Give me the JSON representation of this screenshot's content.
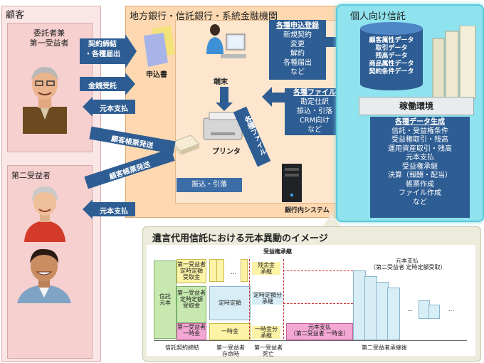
{
  "customer": {
    "title": "顧客",
    "settlor_label": "委託者兼\n第一受益者",
    "second_label": "第二受益者"
  },
  "bank": {
    "title": "地方銀行・信託銀行・系統金融機関",
    "application_form": "申込書",
    "terminal": "端末",
    "printer": "プリンタ",
    "system_label": "銀行内システム",
    "transfer_label": "振込・引落",
    "registration": {
      "heading": "各種申込登録",
      "items": [
        "新規契約",
        "変更",
        "解約",
        "各種届出",
        "など"
      ]
    },
    "files_vertical": "各種ファイル",
    "files_box": {
      "heading": "各種ファイル",
      "items": [
        "勘定仕訳",
        "振込・引落",
        "CRM向け",
        "など"
      ]
    }
  },
  "arrows": {
    "contract": "契約締結\n・各種届出",
    "money": "金銭受託",
    "principal1": "元本支払",
    "report1": "顧客帳票発送",
    "report2": "顧客帳票発送",
    "principal2": "元本支払"
  },
  "trust": {
    "title": "個人向け信託",
    "db_items": [
      "顧客属性データ",
      "取引データ",
      "残高データ",
      "商品属性データ",
      "契約条件データ"
    ],
    "env_label": "稼働環境",
    "generation": {
      "heading": "各種データ生成",
      "items": [
        "信託・受益権条件",
        "受益権取引・残高",
        "運用資産取引・残高",
        "元本支払",
        "受益権承継",
        "決算（報酬・配当）",
        "帳票作成",
        "ファイル作成",
        "など"
      ]
    }
  },
  "timeline": {
    "title": "遺言代用信託における元本異動のイメージ",
    "succession_tag": "受益権承継",
    "axis_label": "信託\n元本",
    "left_rows": [
      "第一受益者\n定時定額\n受取金",
      "第一受益者\n定時定額\n受取金",
      "第一受益者\n一時金"
    ],
    "mid_labels": {
      "regular": "定時定額",
      "lump": "一時金",
      "remaining": "残余金\n承継",
      "regular_succession": "定時定額分\n承継",
      "lump_succession": "一時金分\n承継",
      "principal_pay": "元本支払\n（第二受益者 一時金）",
      "principal_regular": "元本支払\n（第二受益者 定時定額受取）",
      "dots": "…"
    },
    "phases": [
      "信託契約締結",
      "第一受益者\n存命時",
      "第一受益者\n死亡",
      "第二受益者承継後"
    ]
  },
  "colors": {
    "customer_bg": "#f9dede",
    "bank_bg": "#fcd9b4",
    "trust_bg": "#9fe8f0",
    "blue": "#2e5d93",
    "green": "#c7e9b0",
    "pink": "#f3a7d3",
    "yellow": "#fdf3a6",
    "lightblue": "#d8eef7"
  }
}
